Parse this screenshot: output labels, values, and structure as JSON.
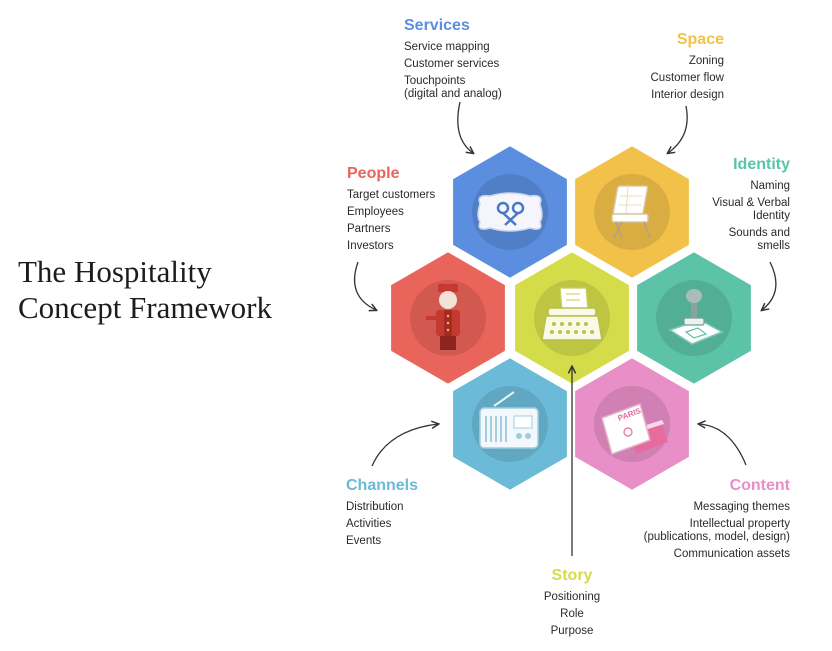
{
  "title": {
    "line1": "The Hospitality",
    "line2": "Concept Framework"
  },
  "colors": {
    "services": "#5b8ede",
    "space": "#f2c14a",
    "identity": "#5cc3a8",
    "people": "#e9645a",
    "content": "#e88fc7",
    "channels": "#6bbad7",
    "story": "#d4dc4a"
  },
  "categories": {
    "services": {
      "heading": "Services",
      "items": [
        "Service mapping",
        "Customer services",
        "Touchpoints",
        "(digital and analog)"
      ],
      "icon": "cushion-keys-icon"
    },
    "space": {
      "heading": "Space",
      "items": [
        "Zoning",
        "Customer flow",
        "Interior design"
      ],
      "icon": "chair-icon"
    },
    "identity": {
      "heading": "Identity",
      "items": [
        "Naming",
        "Visual & Verbal",
        "Identity",
        "Sounds and",
        "smells"
      ],
      "icon": "stamp-icon"
    },
    "people": {
      "heading": "People",
      "items": [
        "Target customers",
        "Employees",
        "Partners",
        "Investors"
      ],
      "icon": "bellhop-icon"
    },
    "content": {
      "heading": "Content",
      "items": [
        "Messaging themes",
        "Intellectual property",
        "(publications, model, design)",
        "Communication assets"
      ],
      "icon": "books-icon"
    },
    "channels": {
      "heading": "Channels",
      "items": [
        "Distribution",
        "Activities",
        "Events"
      ],
      "icon": "radio-icon"
    },
    "story": {
      "heading": "Story",
      "items": [
        "Positioning",
        "Role",
        "Purpose"
      ],
      "icon": "typewriter-icon"
    }
  },
  "icon_text": {
    "books": "PARIS"
  }
}
